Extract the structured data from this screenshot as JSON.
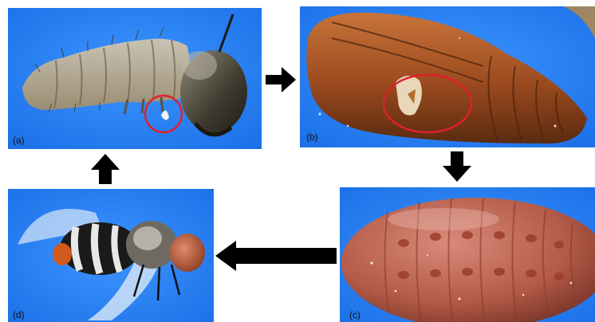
{
  "panels": [
    {
      "id": "a",
      "label": "(a)",
      "subject": "larva",
      "highlight": "red-circle"
    },
    {
      "id": "b",
      "label": "(b)",
      "subject": "moth-pupa",
      "highlight": "red-ellipse"
    },
    {
      "id": "c",
      "label": "(c)",
      "subject": "fly-puparium"
    },
    {
      "id": "d",
      "label": "(d)",
      "subject": "adult-fly"
    }
  ],
  "colors": {
    "background_blue": "#1e7cf0",
    "highlight": "#e0202a",
    "arrow": "#000000"
  },
  "arrows": [
    "right",
    "down",
    "left",
    "up"
  ]
}
